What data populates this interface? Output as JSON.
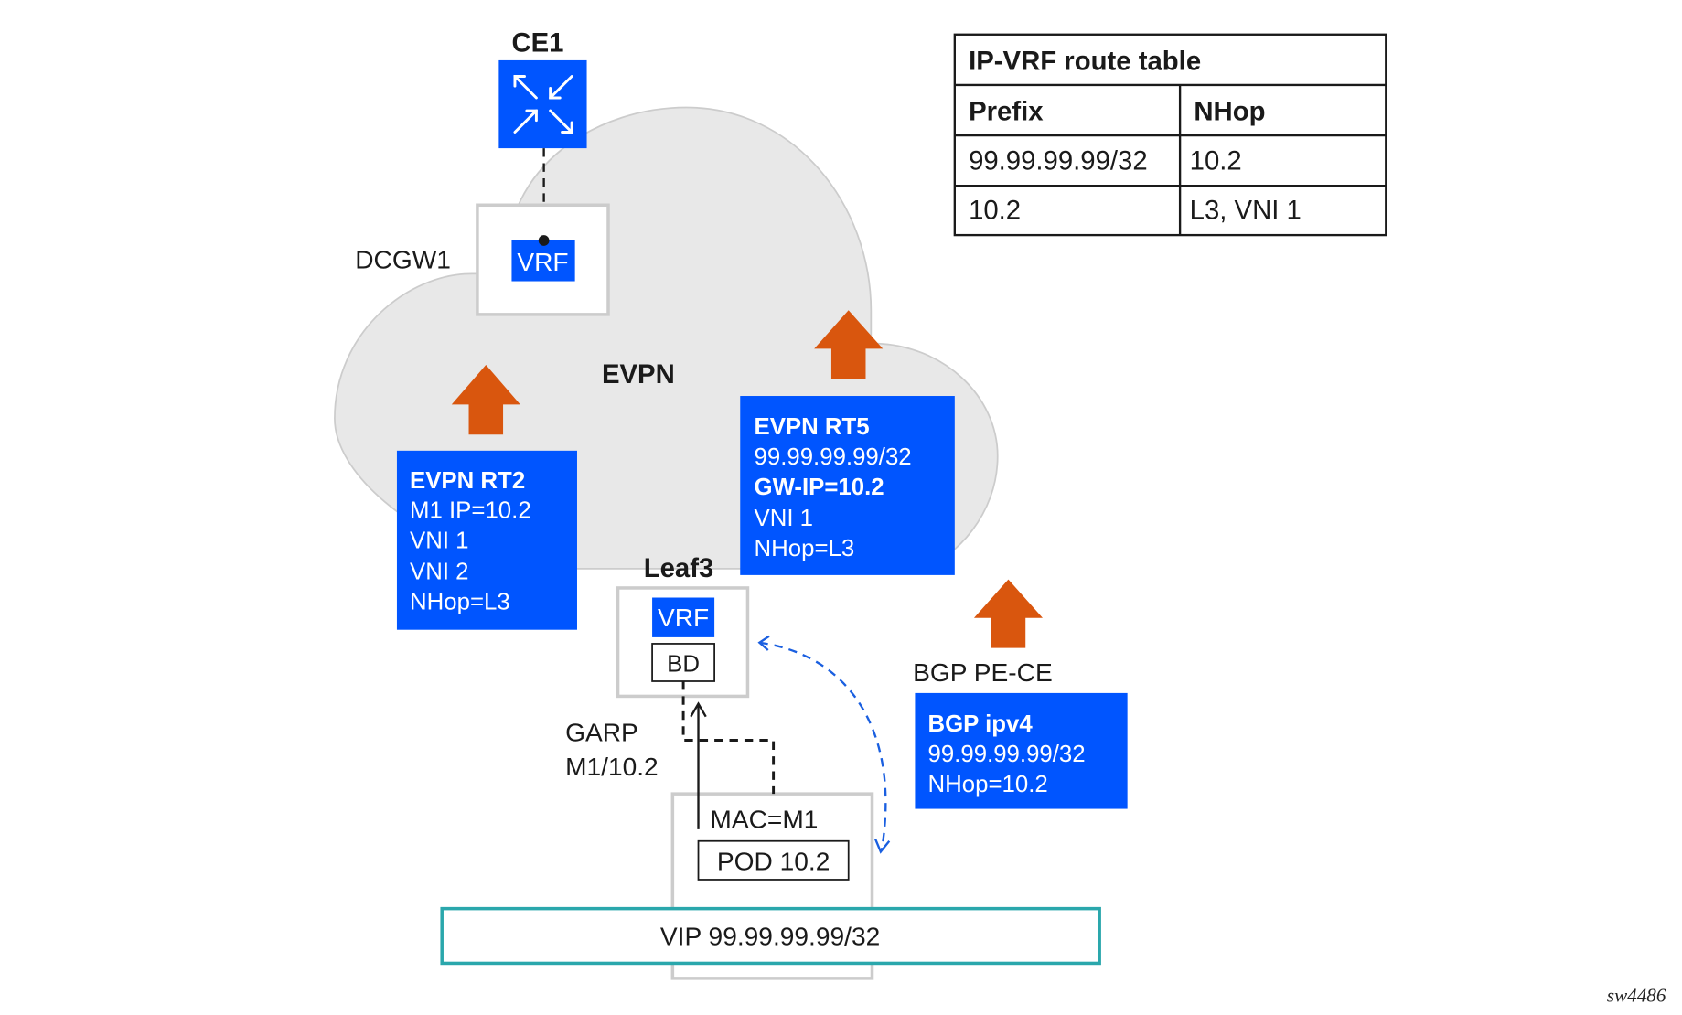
{
  "colors": {
    "blue": "#0055ff",
    "orange": "#d9560e",
    "cloud_fill": "#e8e8e8",
    "cloud_stroke": "#cccccc",
    "node_border": "#cccccc",
    "teal": "#2aa7ac",
    "dashed_blue": "#1a5fe0",
    "ink": "#1a1a1a"
  },
  "nodes": {
    "ce1": {
      "label": "CE1",
      "icon": "router-icon"
    },
    "dcgw1": {
      "label": "DCGW1",
      "vrf": "VRF"
    },
    "cloud": {
      "label": "EVPN"
    },
    "leaf3": {
      "label": "Leaf3",
      "vrf": "VRF",
      "bd": "BD"
    },
    "pod": {
      "mac": "MAC=M1",
      "pod": "POD 10.2"
    },
    "vip": {
      "label": "VIP 99.99.99.99/32"
    }
  },
  "routes": {
    "rt2": {
      "title": "EVPN RT2",
      "lines": [
        "M1 IP=10.2",
        "VNI 1",
        "VNI 2",
        "NHop=L3"
      ]
    },
    "rt5": {
      "title": "EVPN RT5",
      "line1": "99.99.99.99/32",
      "bold_line": "GW-IP=10.2",
      "lines": [
        "VNI 1",
        "NHop=L3"
      ]
    },
    "bgp": {
      "caption": "BGP PE-CE",
      "title": "BGP ipv4",
      "lines": [
        "99.99.99.99/32",
        "NHop=10.2"
      ]
    }
  },
  "garp": {
    "line1": "GARP",
    "line2": "M1/10.2"
  },
  "route_table": {
    "title": "IP-VRF route table",
    "headers": [
      "Prefix",
      "NHop"
    ],
    "rows": [
      [
        "99.99.99.99/32",
        "10.2"
      ],
      [
        "10.2",
        "L3, VNI 1"
      ]
    ]
  },
  "figure_id": "sw4486"
}
